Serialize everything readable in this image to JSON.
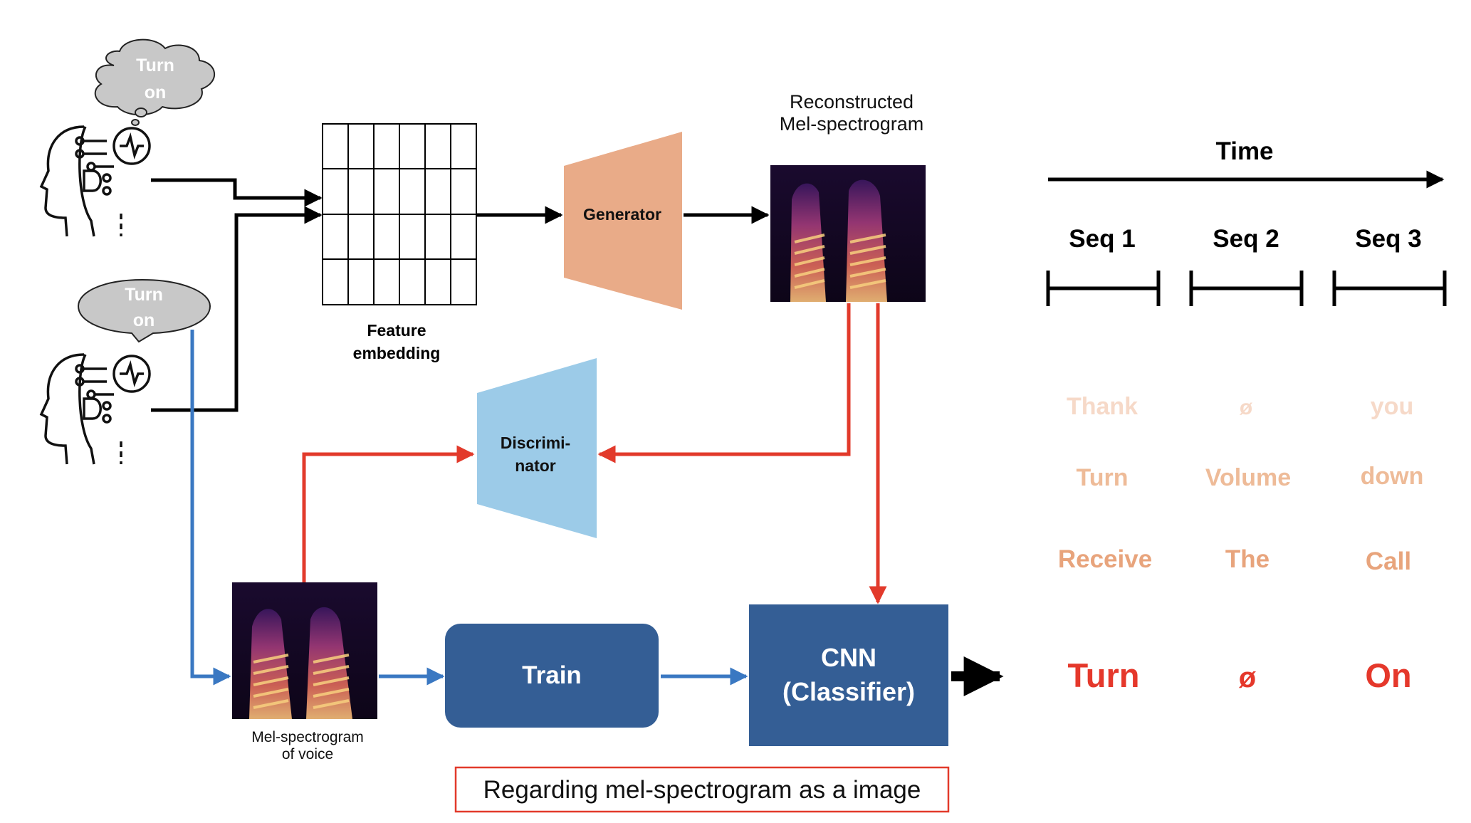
{
  "thought_bubble": {
    "line1": "Turn",
    "line2": "on"
  },
  "speech_bubble": {
    "line1": "Turn",
    "line2": "on"
  },
  "feature_embedding": {
    "line1": "Feature",
    "line2": "embedding"
  },
  "generator": {
    "label": "Generator"
  },
  "reconstructed": {
    "line1": "Reconstructed",
    "line2": "Mel-spectrogram"
  },
  "discriminator": {
    "line1": "Discrimi-",
    "line2": "nator"
  },
  "voice_mel": {
    "line1": "Mel-spectrogram",
    "line2": "of voice"
  },
  "train": {
    "label": "Train"
  },
  "cnn": {
    "line1": "CNN",
    "line2": "(Classifier)"
  },
  "caption": "Regarding mel-spectrogram as a image",
  "timeline": {
    "time_label": "Time",
    "sequences": [
      "Seq 1",
      "Seq 2",
      "Seq 3"
    ],
    "rows": [
      {
        "words": [
          "Thank",
          "ø",
          "you"
        ],
        "color": "#f6d9c8"
      },
      {
        "words": [
          "Turn",
          "Volume",
          "down"
        ],
        "color": "#eebb98"
      },
      {
        "words": [
          "Receive",
          "The",
          "Call"
        ],
        "color": "#e8a47c"
      },
      {
        "words": [
          "Turn",
          "ø",
          "On"
        ],
        "color": "#e5382b"
      }
    ]
  },
  "colors": {
    "generator": "#e9ab88",
    "discriminator": "#9ccbe8",
    "cnn_box": "#345e95",
    "red_arrow": "#e23a2b",
    "blue_arrow": "#3a78c2",
    "bubble": "#c8c8c8"
  }
}
